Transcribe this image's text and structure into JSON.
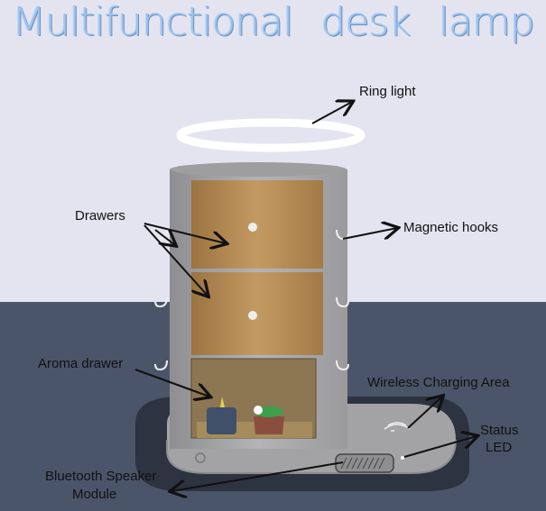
{
  "title": "Multifunctional desk lamp",
  "labels": {
    "ring_light": "Ring light",
    "drawers": "Drawers",
    "magnetic_hooks": "Magnetic hooks",
    "aroma_drawer": "Aroma drawer",
    "wireless_charging": "Wireless Charging Area",
    "status_led_1": "Status",
    "status_led_2": "LED",
    "speaker_1": "Bluetooth Speaker",
    "speaker_2": "Module"
  },
  "colors": {
    "title": "#9cc4f0",
    "wall": "#e4e4f0",
    "floor": "#4b5569",
    "body": "#a8a8aa",
    "wood": "#b48a55"
  }
}
